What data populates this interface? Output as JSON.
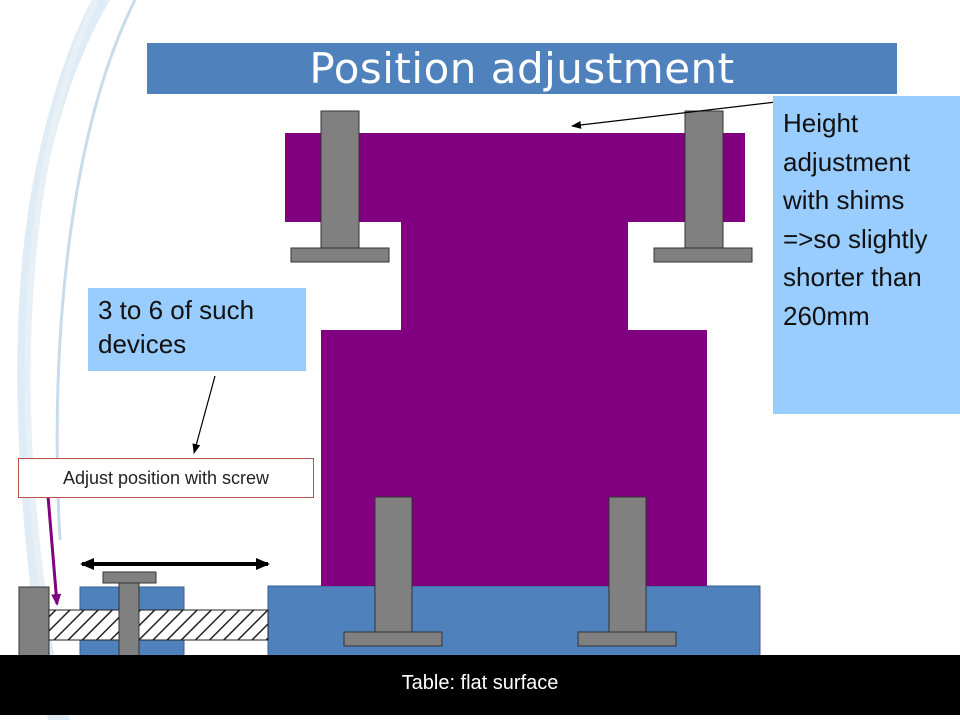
{
  "slide": {
    "title": "Position adjustment",
    "callouts": {
      "height_text": "Height adjustment with shims =>so slightly shorter than 260mm",
      "count_text": "3 to 6 of such devices",
      "screw_text": "Adjust position with screw",
      "table_text": "Table: flat surface"
    }
  },
  "colors": {
    "title_bg": "#4f81bd",
    "callout_bg": "#99ccff",
    "module": "#800080",
    "bolt": "#808080",
    "base": "#4f81bd",
    "table": "#000000"
  },
  "icons": [
    "double-arrow-icon",
    "pointer-arrow-icon",
    "hatched-screw-icon"
  ]
}
